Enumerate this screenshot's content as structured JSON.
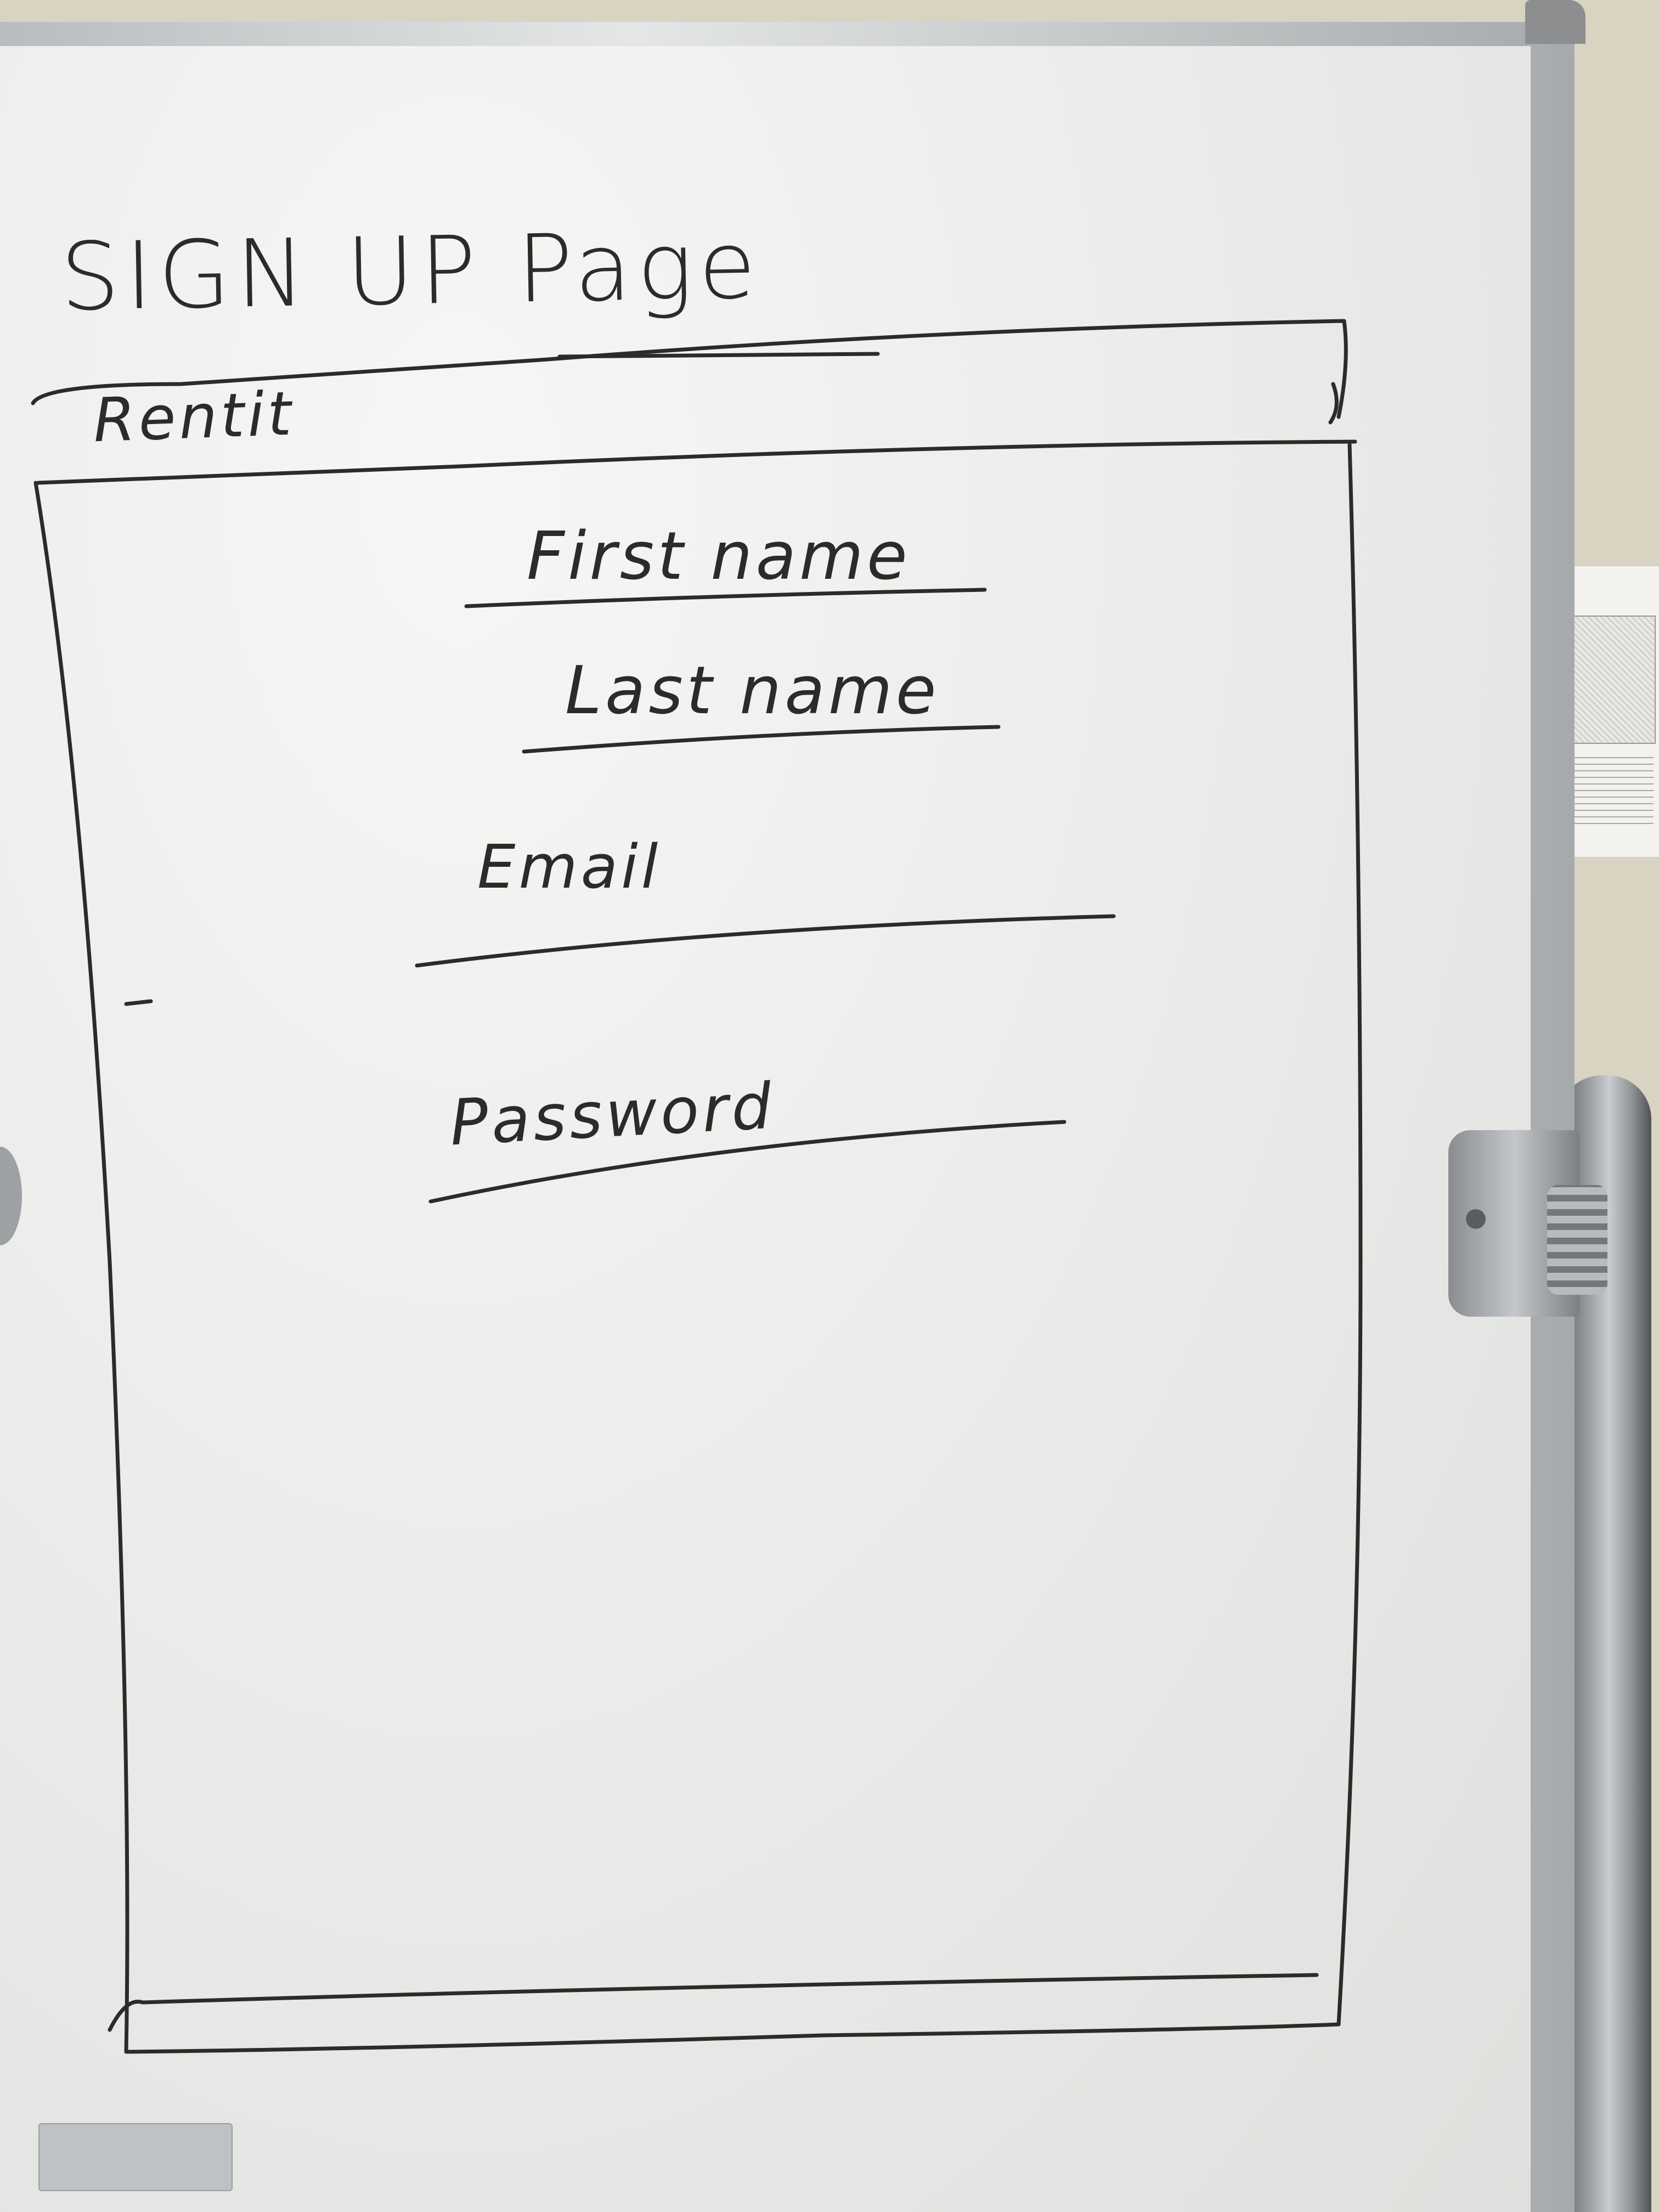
{
  "sketch": {
    "title": "SIGN UP Page",
    "app_bar": {
      "brand": "Rentit"
    },
    "form_fields": [
      {
        "label": "First name"
      },
      {
        "label": "Last name"
      },
      {
        "label": "Email"
      },
      {
        "label": "Password"
      }
    ]
  },
  "colors": {
    "ink": "#2d2b29",
    "board": "#eceeec",
    "wall": "#d9d3c2"
  }
}
